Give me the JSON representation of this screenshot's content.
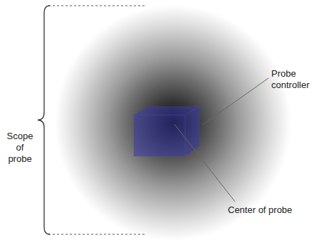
{
  "diagram": {
    "labels": [
      "Scope of probe",
      "Probe controller",
      "Center of probe"
    ]
  }
}
